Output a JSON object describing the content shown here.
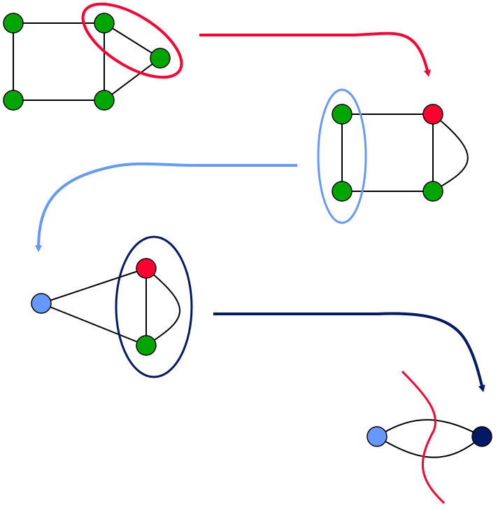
{
  "colors": {
    "background": "#ffffff",
    "edge": "#000000",
    "node_default": "#00a600",
    "node_merged_red": "#ff0030",
    "node_merged_light_blue": "#6699ff",
    "node_merged_navy": "#001a66",
    "step1_highlight": "#ff0030",
    "step2_highlight": "#6699ff",
    "step3_highlight": "#001a66",
    "cut_line": "#ff0030"
  },
  "diagram": {
    "panels": [
      {
        "name": "graph-step-1",
        "node_count": 5,
        "edge_count": 6,
        "highlighted_nodes": 2
      },
      {
        "name": "graph-step-2",
        "node_count": 4,
        "edge_count": 5,
        "highlighted_nodes": 2
      },
      {
        "name": "graph-step-3",
        "node_count": 3,
        "edge_count": 4,
        "highlighted_nodes": 2
      },
      {
        "name": "graph-step-4",
        "node_count": 2,
        "edge_count": 2,
        "has_cut": true
      }
    ],
    "arrows": [
      {
        "name": "arrow-step-1-to-2",
        "color_key": "step1_highlight"
      },
      {
        "name": "arrow-step-2-to-3",
        "color_key": "step2_highlight"
      },
      {
        "name": "arrow-step-3-to-4",
        "color_key": "step3_highlight"
      }
    ]
  }
}
